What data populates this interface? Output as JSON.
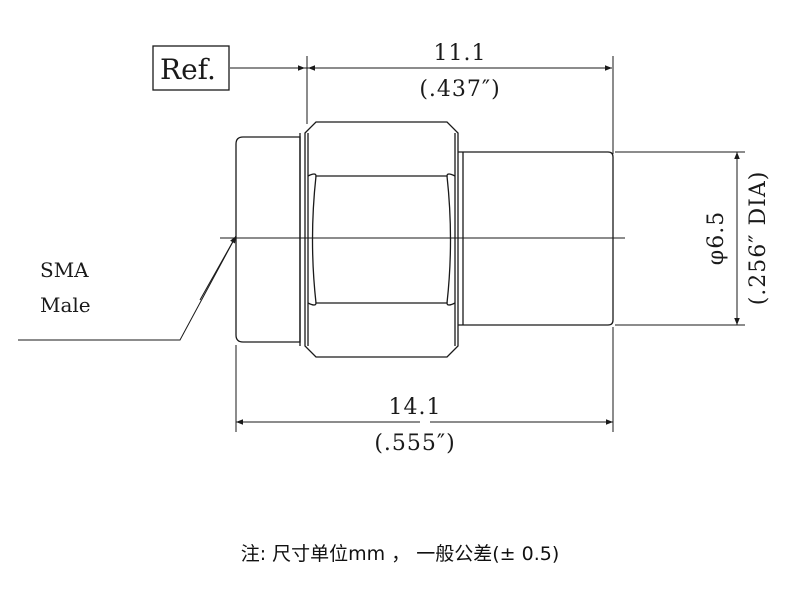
{
  "ref_label": "Ref.",
  "part_label_line1": "SMA",
  "part_label_line2": "Male",
  "dim_top_mm": "11.1",
  "dim_top_in": "(.437″)",
  "dim_bottom_mm": "14.1",
  "dim_bottom_in": "(.555″)",
  "dim_dia_mm": "φ6.5",
  "dim_dia_in": "(.256″ DIA)",
  "note": "注: 尺寸单位mm ， 一般公差(± 0.5)"
}
